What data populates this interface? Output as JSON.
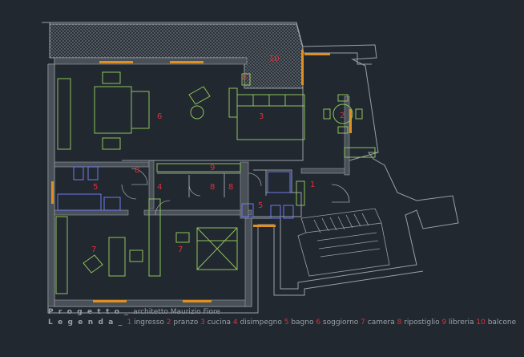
{
  "colors": {
    "background": "#212830",
    "wall": "#9aa0a6",
    "furniture": "#8fc25a",
    "fixture": "#6f7df0",
    "window": "#e0901e",
    "label": "#e0303a",
    "caption": "#9aa0a6"
  },
  "room_labels": [
    {
      "id": "10",
      "text": "10"
    },
    {
      "id": "8-balcony",
      "text": "8"
    },
    {
      "id": "6",
      "text": "6"
    },
    {
      "id": "3",
      "text": "3"
    },
    {
      "id": "2",
      "text": "2"
    },
    {
      "id": "8-hall",
      "text": "8"
    },
    {
      "id": "9",
      "text": "9"
    },
    {
      "id": "5-left",
      "text": "5"
    },
    {
      "id": "4",
      "text": "4"
    },
    {
      "id": "8-closet-a",
      "text": "8"
    },
    {
      "id": "8-closet-b",
      "text": "8"
    },
    {
      "id": "1",
      "text": "1"
    },
    {
      "id": "5-right",
      "text": "5"
    },
    {
      "id": "7-left",
      "text": "7"
    },
    {
      "id": "7-right",
      "text": "7"
    }
  ],
  "caption": {
    "project_label": "P r o g e t t o _ ",
    "project_text": "architetto Maurizio Fiore",
    "legend_label": "L e g e n d a _ ",
    "legend": [
      {
        "num": "1",
        "name": "ingresso"
      },
      {
        "num": "2",
        "name": "pranzo"
      },
      {
        "num": "3",
        "name": "cucina"
      },
      {
        "num": "4",
        "name": "disimpegno"
      },
      {
        "num": "5",
        "name": "bagno"
      },
      {
        "num": "6",
        "name": "soggiorno"
      },
      {
        "num": "7",
        "name": "camera"
      },
      {
        "num": "8",
        "name": "ripostiglio"
      },
      {
        "num": "9",
        "name": "libreria"
      },
      {
        "num": "10",
        "name": "balcone"
      }
    ]
  }
}
